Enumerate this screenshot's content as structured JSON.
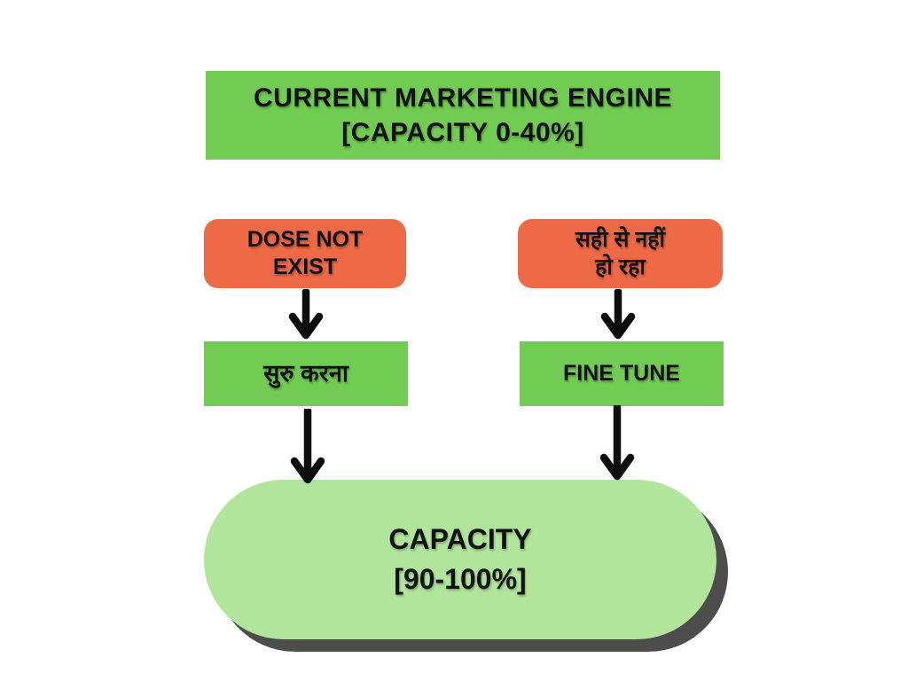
{
  "diagram": {
    "title_box": {
      "line1": "CURRENT MARKETING ENGINE",
      "line2": "[CAPACITY 0-40%]"
    },
    "problem_boxes": [
      {
        "position": "left",
        "line1": "DOSE NOT",
        "line2": "EXIST"
      },
      {
        "position": "right",
        "line1": "सही से नहीं",
        "line2": "हो रहा"
      }
    ],
    "action_boxes": [
      {
        "position": "left",
        "label": "सुरु करना"
      },
      {
        "position": "right",
        "label": "FINE TUNE"
      }
    ],
    "result_box": {
      "line1": "CAPACITY",
      "line2": "[90-100%]"
    },
    "colors": {
      "bright_green": "#72CC54",
      "orange": "#EE6A47",
      "light_green": "#B1E59C",
      "shadow_gray": "#4D4D4D",
      "arrow_black": "#0D0D0D",
      "background": "#FFFFFF"
    }
  }
}
